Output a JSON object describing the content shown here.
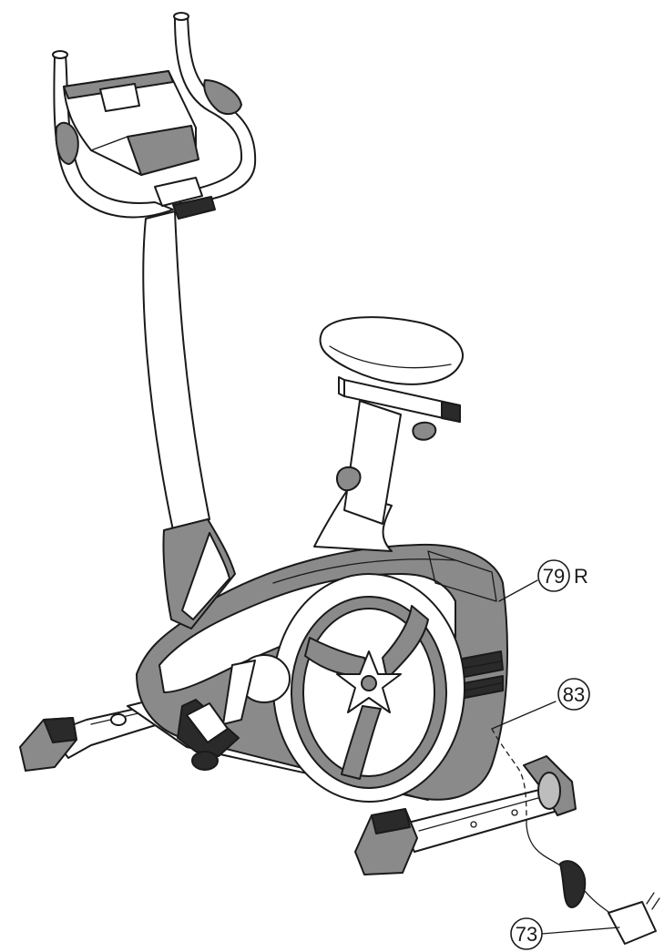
{
  "callouts": [
    {
      "id": "79",
      "number": "79",
      "suffix": "R"
    },
    {
      "id": "83",
      "number": "83",
      "suffix": ""
    },
    {
      "id": "73",
      "number": "73",
      "suffix": ""
    }
  ],
  "colors": {
    "ink": "#1a1a1a",
    "fill": "#8a8a8a",
    "background": "#ffffff"
  }
}
